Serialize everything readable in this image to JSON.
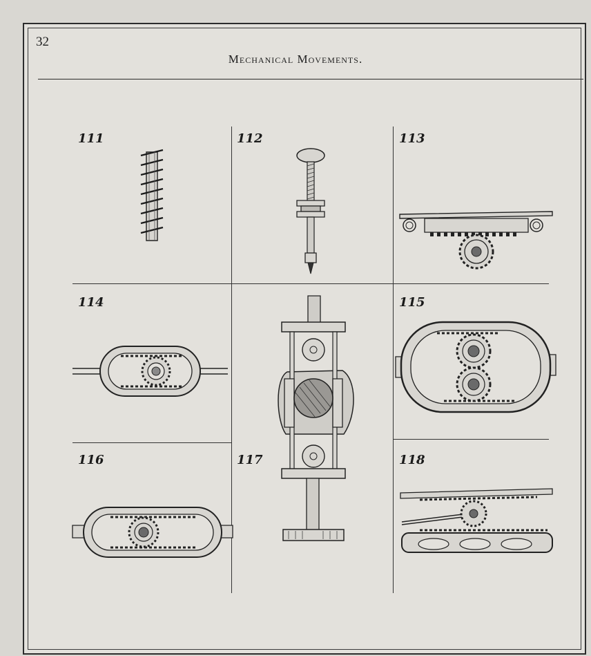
{
  "header": {
    "page_number": "32",
    "running_title": "Mechanical Movements."
  },
  "figures": [
    {
      "number": "111",
      "icon": "screw-icon"
    },
    {
      "number": "112",
      "icon": "drill-icon"
    },
    {
      "number": "113",
      "icon": "rack-pinion-icon"
    },
    {
      "number": "114",
      "icon": "oval-rack-icon"
    },
    {
      "number": "115",
      "icon": "double-gear-frame-icon"
    },
    {
      "number": "116",
      "icon": "oval-rack-icon"
    },
    {
      "number": "117",
      "icon": "eccentric-frame-icon"
    },
    {
      "number": "118",
      "icon": "sliding-rack-icon"
    }
  ]
}
